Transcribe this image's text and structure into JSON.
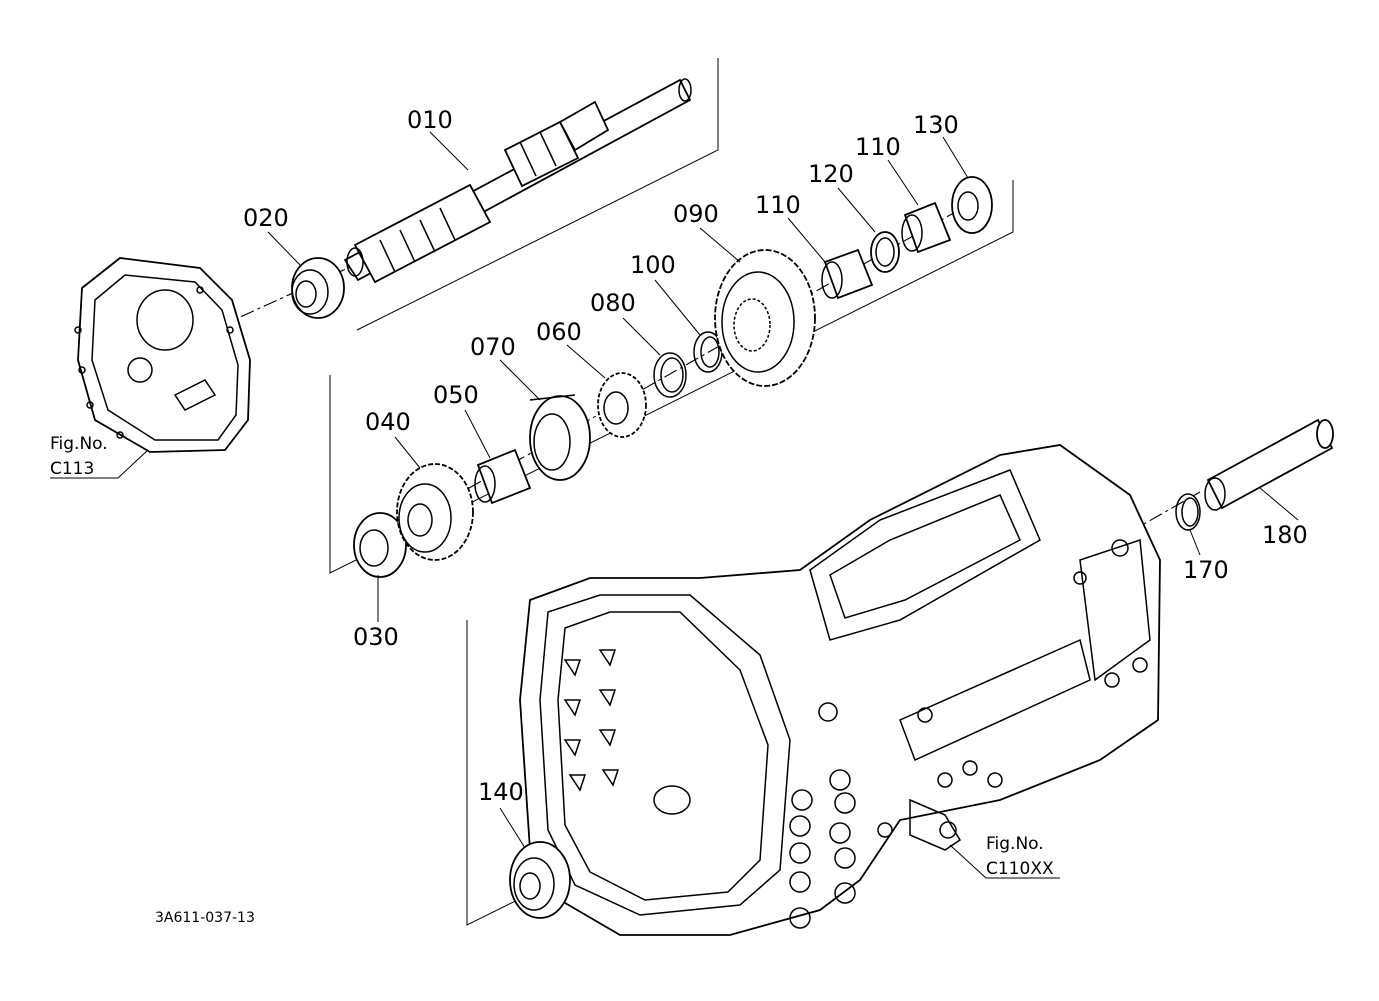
{
  "diagram_code": "3A611-037-13",
  "fig_refs": [
    {
      "title": "Fig.No.",
      "code": "C113"
    },
    {
      "title": "Fig.No.",
      "code": "C110XX"
    }
  ],
  "parts": [
    {
      "number": "010"
    },
    {
      "number": "020"
    },
    {
      "number": "030"
    },
    {
      "number": "040"
    },
    {
      "number": "050"
    },
    {
      "number": "060"
    },
    {
      "number": "070"
    },
    {
      "number": "080"
    },
    {
      "number": "090"
    },
    {
      "number": "100"
    },
    {
      "number": "110"
    },
    {
      "number": "110"
    },
    {
      "number": "120"
    },
    {
      "number": "130"
    },
    {
      "number": "140"
    },
    {
      "number": "170"
    },
    {
      "number": "180"
    }
  ]
}
